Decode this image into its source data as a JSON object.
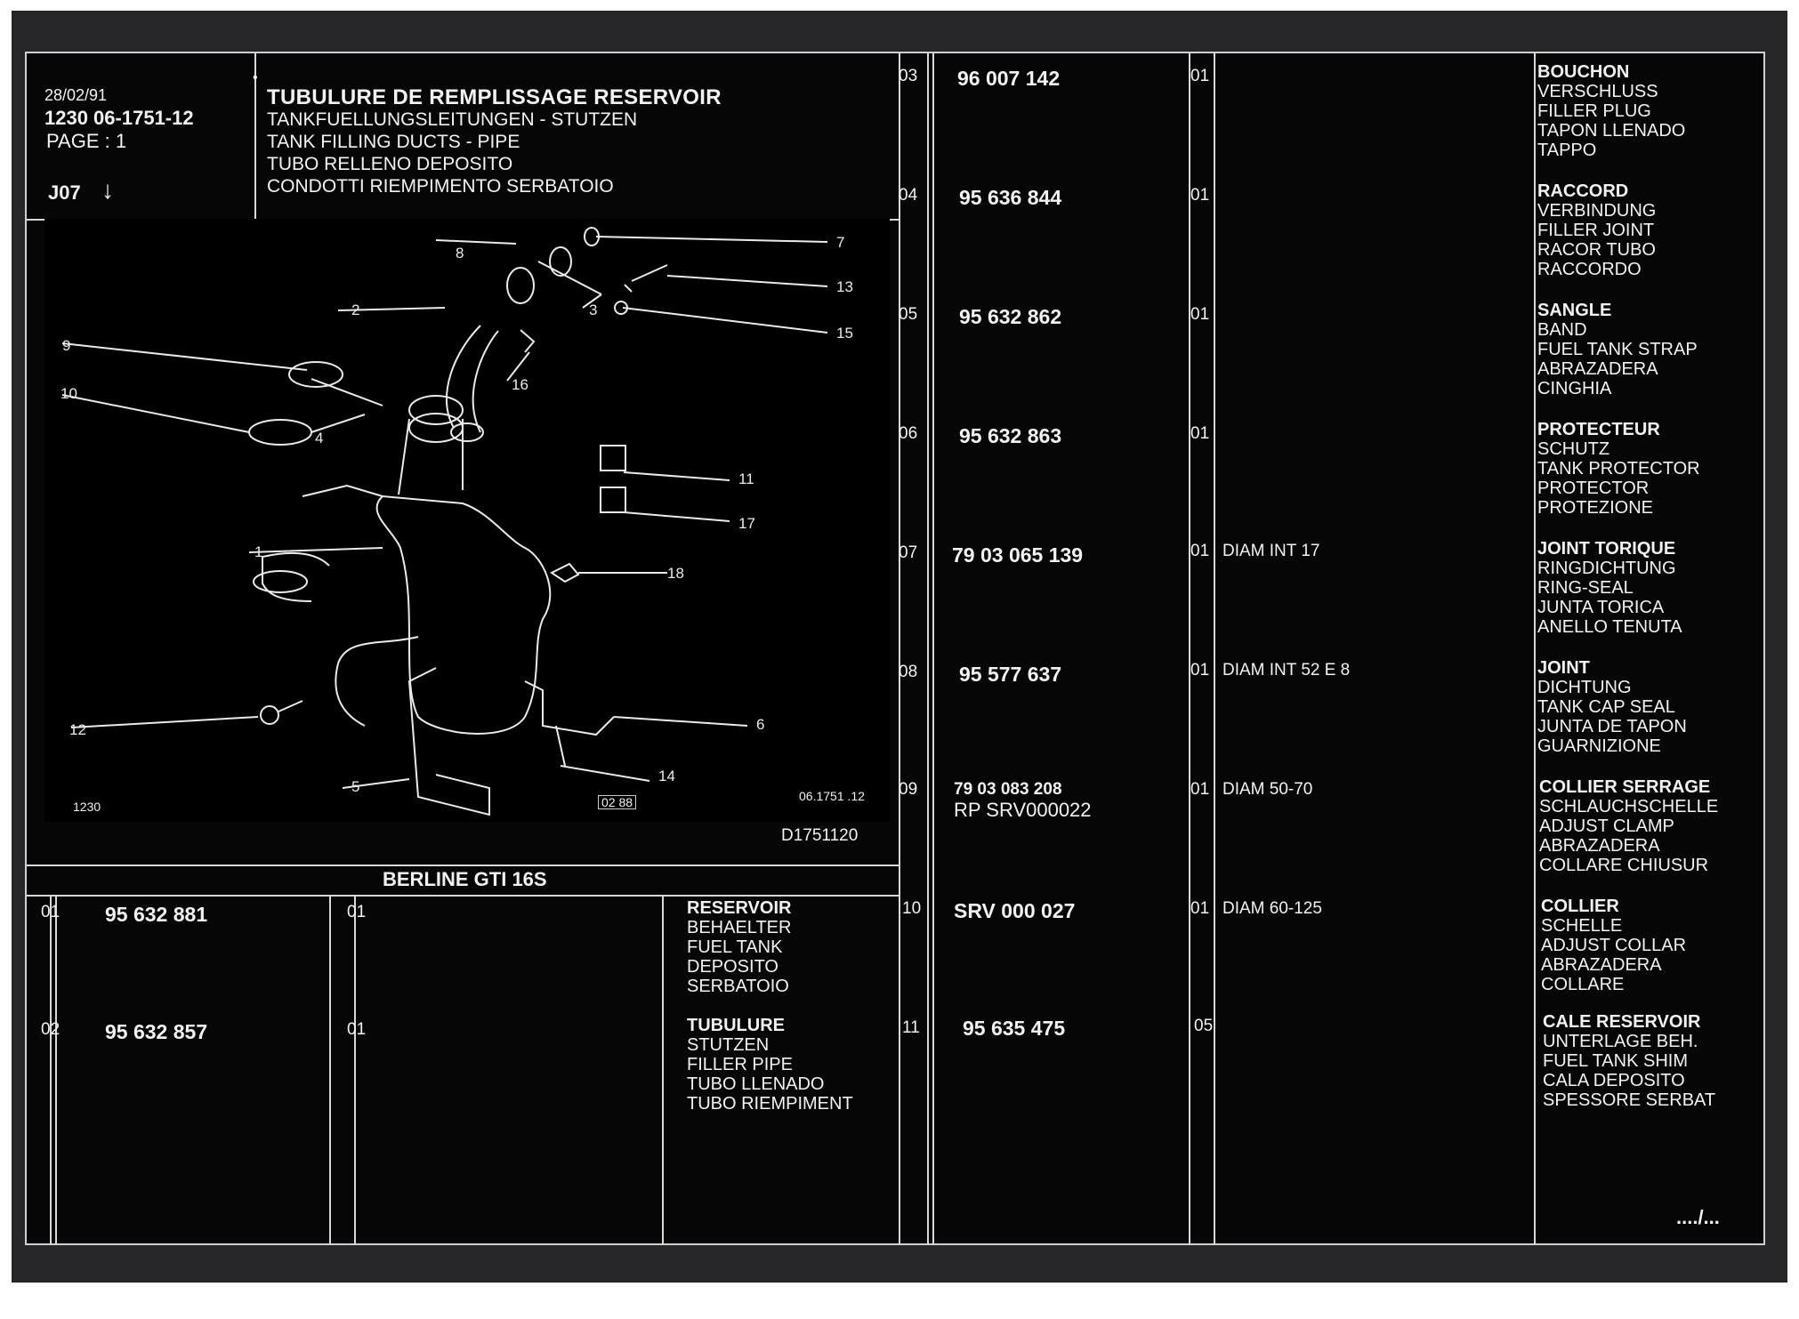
{
  "header": {
    "date": "28/02/91",
    "ref": "1230  06-1751-12",
    "page": "PAGE : 1",
    "group": "J07",
    "group_arrow": "↓"
  },
  "title": {
    "main": "TUBULURE DE REMPLISSAGE RESERVOIR",
    "lines": [
      "TANKFUELLUNGSLEITUNGEN - STUTZEN",
      "TANK FILLING DUCTS - PIPE",
      "TUBO RELLENO DEPOSITO",
      "CONDOTTI RIEMPIMENTO SERBATOIO"
    ]
  },
  "figure": {
    "code": "1230",
    "stamp": "02 88",
    "ref": "06.1751 .12",
    "drawing_no": "D1751120",
    "callouts": [
      "1",
      "2",
      "3",
      "4",
      "5",
      "6",
      "7",
      "8",
      "9",
      "10",
      "11",
      "12",
      "13",
      "14",
      "15",
      "16",
      "17",
      "18"
    ]
  },
  "model": "BERLINE GTI 16S",
  "parts": [
    {
      "index": "01",
      "part_no": "95 632 881",
      "qty": "01",
      "note": "",
      "desc": [
        "RESERVOIR",
        "BEHAELTER",
        "FUEL TANK",
        "DEPOSITO",
        "SERBATOIO"
      ]
    },
    {
      "index": "02",
      "part_no": "95 632 857",
      "qty": "01",
      "note": "",
      "desc": [
        "TUBULURE",
        "STUTZEN",
        "FILLER PIPE",
        "TUBO LLENADO",
        "TUBO RIEMPIMENT"
      ]
    },
    {
      "index": "03",
      "part_no": "96 007 142",
      "qty": "01",
      "note": "",
      "desc": [
        "BOUCHON",
        "VERSCHLUSS",
        "FILLER PLUG",
        "TAPON LLENADO",
        "TAPPO"
      ]
    },
    {
      "index": "04",
      "part_no": "95 636 844",
      "qty": "01",
      "note": "",
      "desc": [
        "RACCORD",
        "VERBINDUNG",
        "FILLER JOINT",
        "RACOR TUBO",
        "RACCORDO"
      ]
    },
    {
      "index": "05",
      "part_no": "95 632 862",
      "qty": "01",
      "note": "",
      "desc": [
        "SANGLE",
        "BAND",
        "FUEL TANK STRAP",
        "ABRAZADERA",
        "CINGHIA"
      ]
    },
    {
      "index": "06",
      "part_no": "95 632 863",
      "qty": "01",
      "note": "",
      "desc": [
        "PROTECTEUR",
        "SCHUTZ",
        "TANK PROTECTOR",
        "PROTECTOR",
        "PROTEZIONE"
      ]
    },
    {
      "index": "07",
      "part_no": "79 03 065 139",
      "qty": "01",
      "note": "DIAM INT 17",
      "desc": [
        "JOINT TORIQUE",
        "RINGDICHTUNG",
        "RING-SEAL",
        "JUNTA TORICA",
        "ANELLO TENUTA"
      ]
    },
    {
      "index": "08",
      "part_no": "95 577 637",
      "qty": "01",
      "note": "DIAM INT 52 E 8",
      "desc": [
        "JOINT",
        "DICHTUNG",
        "TANK CAP SEAL",
        "JUNTA DE TAPON",
        "GUARNIZIONE"
      ]
    },
    {
      "index": "09",
      "part_no": "79 03 083 208",
      "part_no_2": "RP  SRV000022",
      "qty": "01",
      "note": "DIAM 50-70",
      "desc": [
        "COLLIER SERRAGE",
        "SCHLAUCHSCHELLE",
        "ADJUST CLAMP",
        "ABRAZADERA",
        "COLLARE CHIUSUR"
      ]
    },
    {
      "index": "10",
      "part_no": "SRV 000 027",
      "qty": "01",
      "note": "DIAM 60-125",
      "desc": [
        "COLLIER",
        "SCHELLE",
        "ADJUST COLLAR",
        "ABRAZADERA",
        "COLLARE"
      ]
    },
    {
      "index": "11",
      "part_no": "95 635 475",
      "qty": "05",
      "note": "",
      "desc": [
        "CALE RESERVOIR",
        "UNTERLAGE BEH.",
        "FUEL TANK SHIM",
        "CALA DEPOSITO",
        "SPESSORE SERBAT"
      ]
    }
  ],
  "continuation": "..../...",
  "colors": {
    "background": "#060607",
    "ink": "#f2f2f2",
    "frame": "#262628"
  }
}
